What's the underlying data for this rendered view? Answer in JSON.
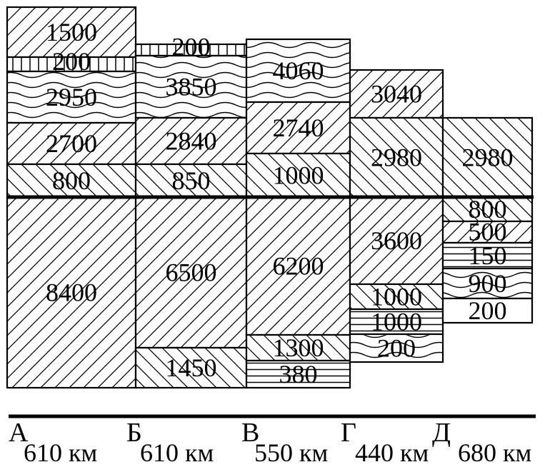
{
  "columns": [
    {
      "id": "A",
      "upper_layers": [
        {
          "value": "1500",
          "pattern": "diag-right"
        },
        {
          "value": "200",
          "pattern": "vertical"
        },
        {
          "value": "2950",
          "pattern": "wavy"
        },
        {
          "value": "2700",
          "pattern": "diag-right"
        },
        {
          "value": "800",
          "pattern": "diag-left"
        }
      ],
      "lower_layers": [
        {
          "value": "8400",
          "pattern": "diag-right"
        }
      ]
    },
    {
      "id": "B",
      "upper_layers": [
        {
          "value": "200",
          "pattern": "vertical"
        },
        {
          "value": "3850",
          "pattern": "wavy"
        },
        {
          "value": "2840",
          "pattern": "diag-right"
        },
        {
          "value": "850",
          "pattern": "diag-left"
        }
      ],
      "lower_layers": [
        {
          "value": "6500",
          "pattern": "diag-right"
        },
        {
          "value": "1450",
          "pattern": "diag-left"
        }
      ]
    },
    {
      "id": "V",
      "upper_layers": [
        {
          "value": "4060",
          "pattern": "wavy"
        },
        {
          "value": "2740",
          "pattern": "diag-right"
        },
        {
          "value": "1000",
          "pattern": "diag-left"
        }
      ],
      "lower_layers": [
        {
          "value": "6200",
          "pattern": "diag-right"
        },
        {
          "value": "1300",
          "pattern": "diag-left"
        },
        {
          "value": "380",
          "pattern": "horizontal"
        }
      ]
    },
    {
      "id": "G",
      "upper_layers": [
        {
          "value": "3040",
          "pattern": "diag-right"
        },
        {
          "value": "2980",
          "pattern": "diag-left"
        }
      ],
      "lower_layers": [
        {
          "value": "3600",
          "pattern": "diag-right"
        },
        {
          "value": "1000",
          "pattern": "diag-left"
        },
        {
          "value": "1000",
          "pattern": "horizontal"
        },
        {
          "value": "200",
          "pattern": "wavy"
        }
      ]
    },
    {
      "id": "D",
      "upper_layers": [
        {
          "value": "2980",
          "pattern": "diag-left"
        }
      ],
      "lower_layers": [
        {
          "value": "800",
          "pattern": "diag-left"
        },
        {
          "value": "500",
          "pattern": "diag-right"
        },
        {
          "value": "150",
          "pattern": "horizontal"
        },
        {
          "value": "900",
          "pattern": "wavy"
        },
        {
          "value": "200",
          "pattern": "blank"
        }
      ]
    }
  ],
  "profile": {
    "points": [
      "А",
      "Б",
      "В",
      "Г",
      "Д"
    ],
    "distances": [
      "610 км",
      "610 км",
      "550 км",
      "440 км",
      "680 км"
    ]
  }
}
